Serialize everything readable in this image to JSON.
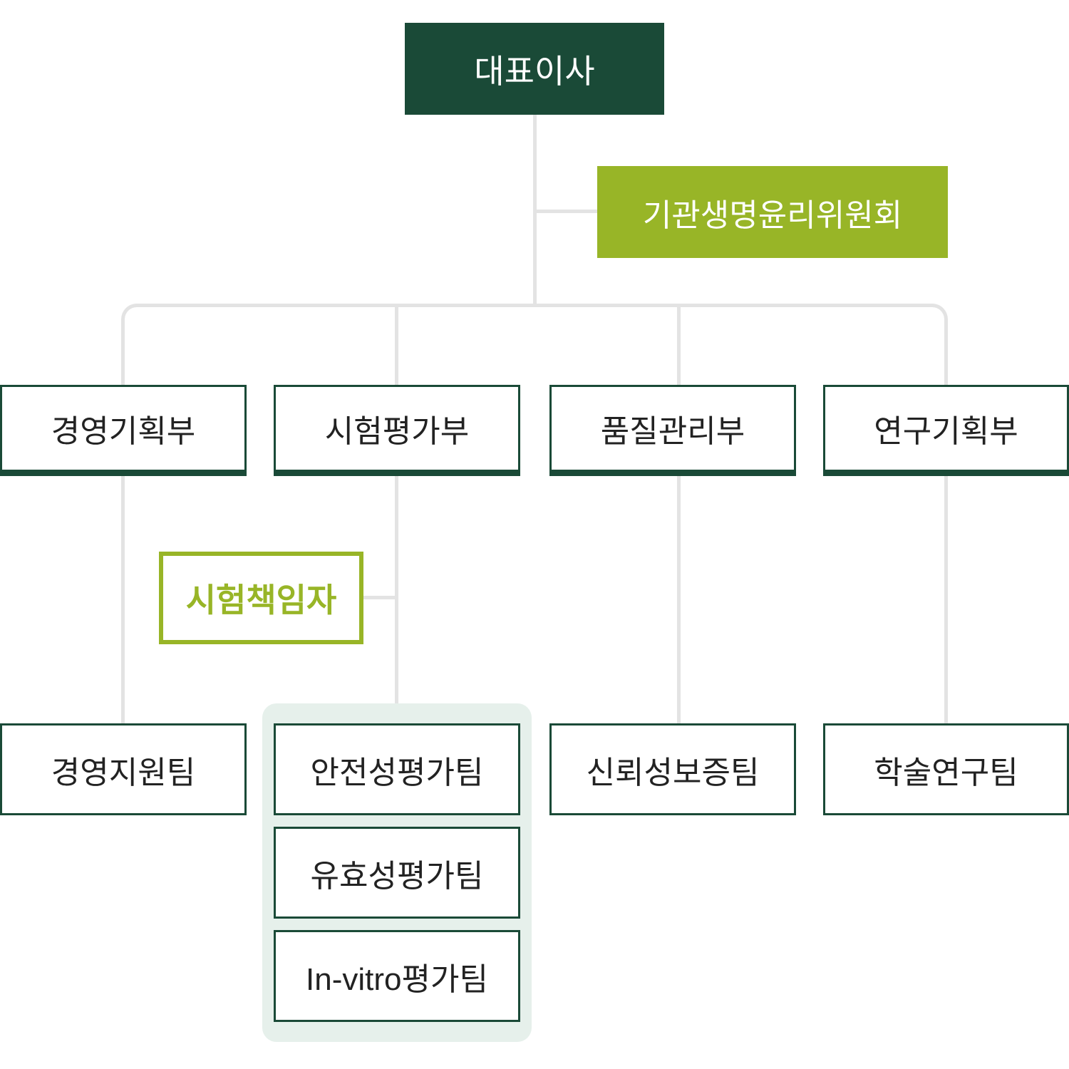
{
  "ceo": "대표이사",
  "committee": "기관생명윤리위원회",
  "test_director": "시험책임자",
  "departments": [
    {
      "name": "경영기획부",
      "teams": [
        "경영지원팀"
      ]
    },
    {
      "name": "시험평가부",
      "teams": [
        "안전성평가팀",
        "유효성평가팀",
        "In-vitro평가팀"
      ]
    },
    {
      "name": "품질관리부",
      "teams": [
        "신뢰성보증팀"
      ]
    },
    {
      "name": "연구기획부",
      "teams": [
        "학술연구팀"
      ]
    }
  ],
  "colors": {
    "dark_green": "#1a4a37",
    "lime_green": "#98b527",
    "connector_gray": "#e3e3e3",
    "group_background": "#e6f0eb"
  }
}
